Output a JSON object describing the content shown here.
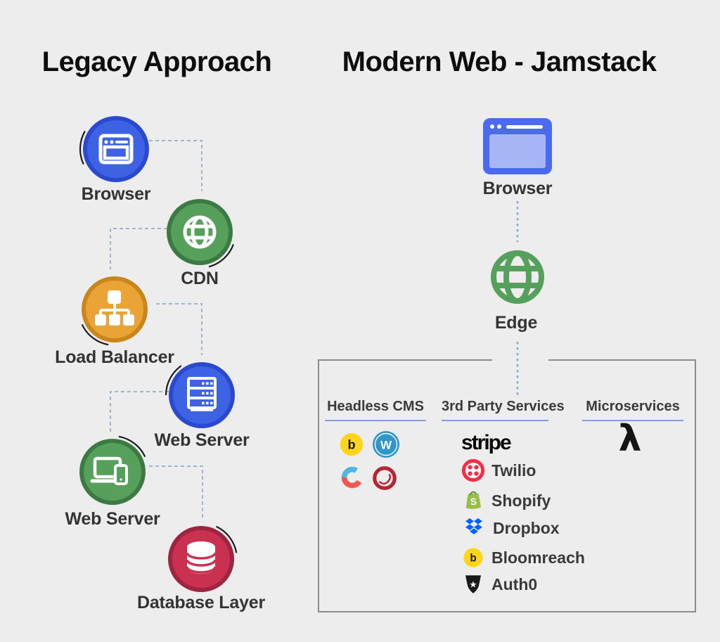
{
  "titles": {
    "legacy": "Legacy Approach",
    "modern": "Modern Web - Jamstack"
  },
  "legacy_flow": {
    "nodes": [
      {
        "label": "Browser",
        "icon": "browser-window-icon",
        "fill": "#3e62e4",
        "ring": "#2b49cf"
      },
      {
        "label": "CDN",
        "icon": "globe-icon",
        "fill": "#57a05c",
        "ring": "#3b7a42"
      },
      {
        "label": "Load Balancer",
        "icon": "load-balancer-icon",
        "fill": "#eaa435",
        "ring": "#c9861d"
      },
      {
        "label": "Web Server",
        "icon": "server-rack-icon",
        "fill": "#3e62e4",
        "ring": "#2b49cf"
      },
      {
        "label": "Web Server",
        "icon": "laptop-devices-icon",
        "fill": "#57a05c",
        "ring": "#3b7a42"
      },
      {
        "label": "Database Layer",
        "icon": "database-icon",
        "fill": "#ca3150",
        "ring": "#9e2540"
      }
    ]
  },
  "modern_flow": {
    "browser_label": "Browser",
    "edge_label": "Edge",
    "panel": {
      "columns": [
        {
          "title": "Headless CMS",
          "logos": [
            {
              "name": "bloomreach-icon",
              "letter": "b",
              "color": "#ffd41c"
            },
            {
              "name": "wordpress-icon",
              "letter": "W",
              "color": "#2f96c8"
            },
            {
              "name": "contentful-icon",
              "colors": [
                "#4fb5e9",
                "#f05751",
                "#ffd85f"
              ]
            },
            {
              "name": "sitecore-icon",
              "color": "#b52532"
            }
          ]
        },
        {
          "title": "3rd Party Services",
          "items": [
            {
              "name": "stripe-wordmark",
              "label": "stripe"
            },
            {
              "name": "twilio-icon",
              "label": "Twilio",
              "color": "#f22f46"
            },
            {
              "name": "shopify-icon",
              "label": "Shopify",
              "letter": "S",
              "color": "#95bf47"
            },
            {
              "name": "dropbox-icon",
              "label": "Dropbox",
              "color": "#0062ff"
            },
            {
              "name": "bloomreach-icon",
              "label": "Bloomreach",
              "letter": "b",
              "color": "#ffd41c"
            },
            {
              "name": "auth0-icon",
              "label": "Auth0",
              "color": "#191919"
            }
          ]
        },
        {
          "title": "Microservices",
          "items": [
            {
              "name": "aws-lambda-icon",
              "glyph": "λ",
              "color": "#141414"
            }
          ]
        }
      ]
    }
  },
  "style": {
    "background": "#ededed",
    "connector_dash_color": "#9fb4d2",
    "panel_border_color": "#8c8c8c",
    "header_underline_color": "#8b9ce1",
    "title_color": "#0d0d0d",
    "label_color": "#333333"
  }
}
